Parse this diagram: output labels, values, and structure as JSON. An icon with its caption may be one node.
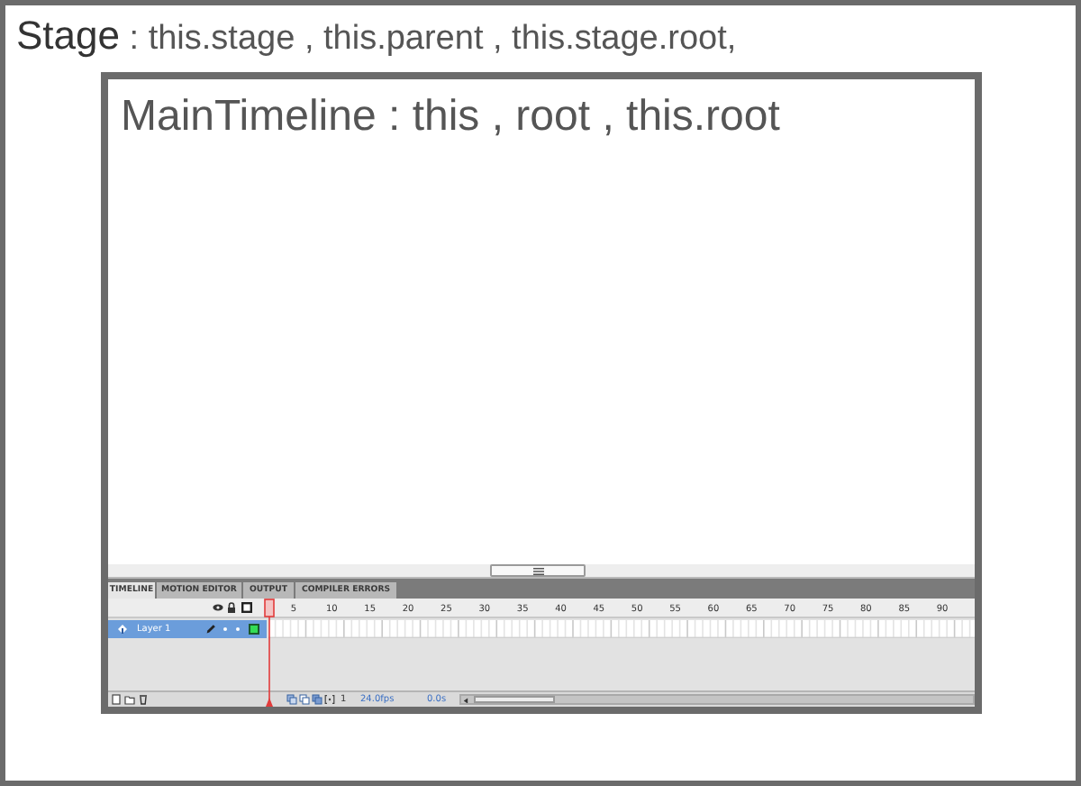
{
  "diagram": {
    "nodes": [
      {
        "text": [
          "Stage : this.stage , this.parent , this.stage.root,"
        ]
      },
      {
        "text": [
          "MainTimeline : this , root , this.root"
        ],
        "in": 0
      }
    ],
    "labels": [
      "TIMELINE",
      "MOTION EDITOR",
      "OUTPUT",
      "COMPILER ERRORS",
      "5",
      "10",
      "15",
      "20",
      "25",
      "30",
      "35",
      "40",
      "45",
      "50",
      "55",
      "60",
      "65",
      "70",
      "75",
      "80",
      "85",
      "90",
      "Layer 1",
      "1",
      "24.0fps",
      "0.0s"
    ]
  }
}
